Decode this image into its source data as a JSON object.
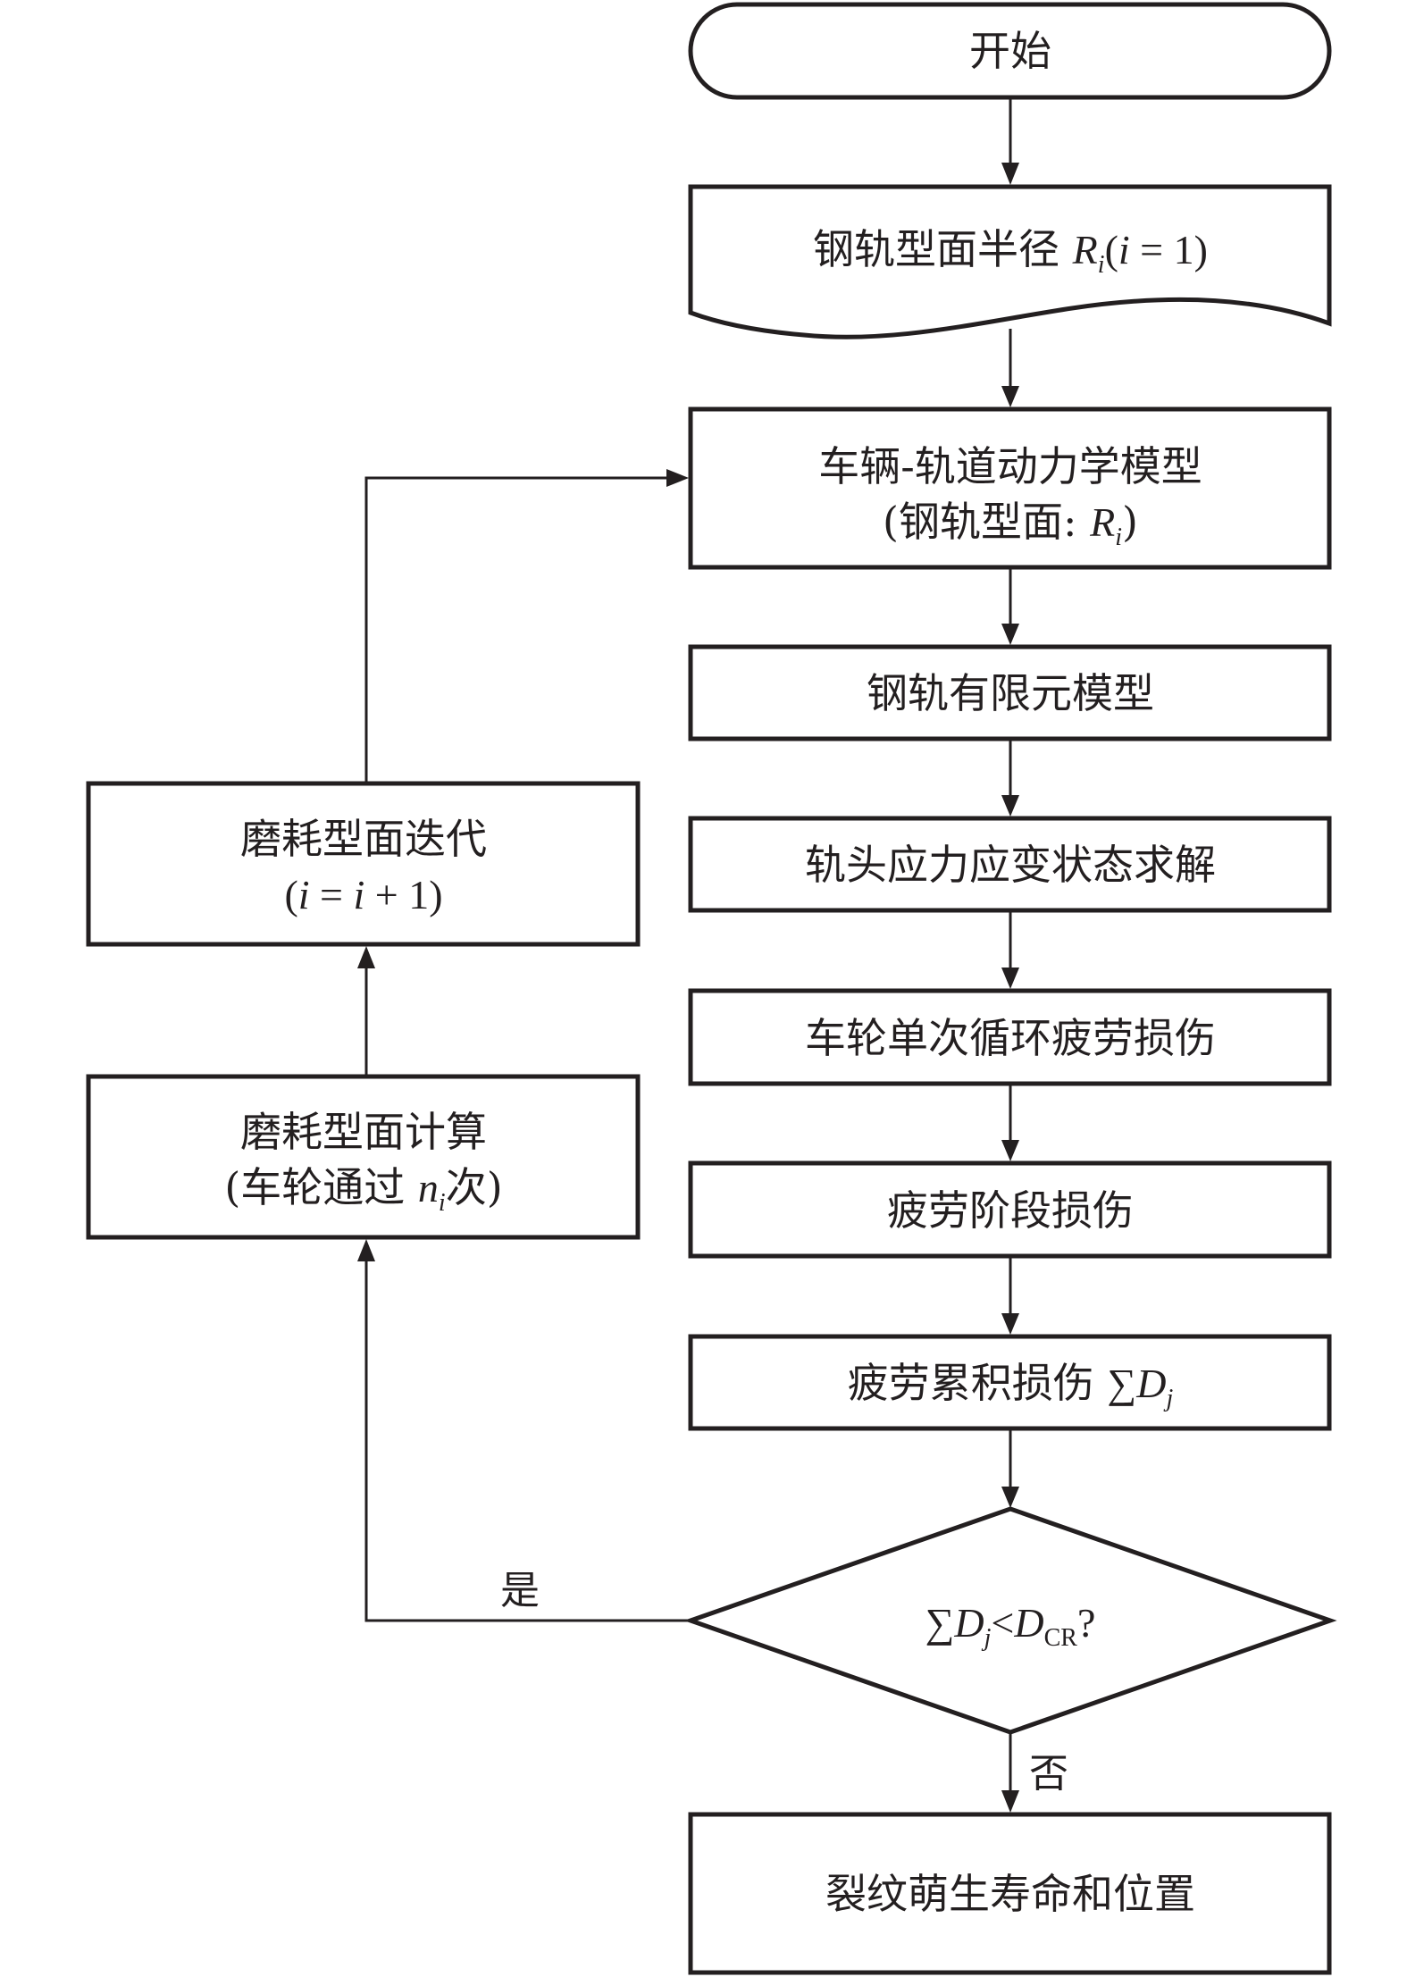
{
  "diagram": {
    "type": "flowchart",
    "nodes": {
      "start": {
        "label": "开始",
        "shape": "terminal"
      },
      "rail_profile_input": {
        "label_prefix": "钢轨型面半径 ",
        "var": "R",
        "sub": "i",
        "suffix_open": "(",
        "suffix_var": "i",
        "suffix_rest": " = 1)",
        "shape": "document"
      },
      "dynamics_model": {
        "line1": "车辆-轨道动力学模型",
        "line2_prefix": "(钢轨型面: ",
        "line2_var": "R",
        "line2_sub": "i",
        "line2_suffix": ")",
        "shape": "process"
      },
      "fe_model": {
        "label": "钢轨有限元模型",
        "shape": "process"
      },
      "stress_strain": {
        "label": "轨头应力应变状态求解",
        "shape": "process"
      },
      "single_cycle_damage": {
        "label": "车轮单次循环疲劳损伤",
        "shape": "process"
      },
      "phase_damage": {
        "label": "疲劳阶段损伤",
        "shape": "process"
      },
      "cumulative_damage": {
        "label_prefix": "疲劳累积损伤 ",
        "sigma": "∑",
        "var": "D",
        "sub": "j",
        "shape": "process"
      },
      "decision": {
        "sigma": "∑",
        "var": "D",
        "sub": "j",
        "op": "<",
        "var2": "D",
        "sub2": "CR",
        "suffix": "?",
        "shape": "decision"
      },
      "crack_life": {
        "label": "裂纹萌生寿命和位置",
        "shape": "process"
      },
      "wear_calc": {
        "line1": "磨耗型面计算",
        "line2_prefix": "(车轮通过 ",
        "line2_var": "n",
        "line2_sub": "i",
        "line2_suffix": "次)",
        "shape": "process"
      },
      "wear_iter": {
        "line1": "磨耗型面迭代",
        "line2_open": "(",
        "line2_var": "i",
        "line2_mid": " = ",
        "line2_var2": "i",
        "line2_rest": " + 1)",
        "shape": "process"
      }
    },
    "edges": {
      "yes_label": "是",
      "no_label": "否"
    },
    "colors": {
      "stroke": "#231f20",
      "background": "#ffffff"
    }
  }
}
